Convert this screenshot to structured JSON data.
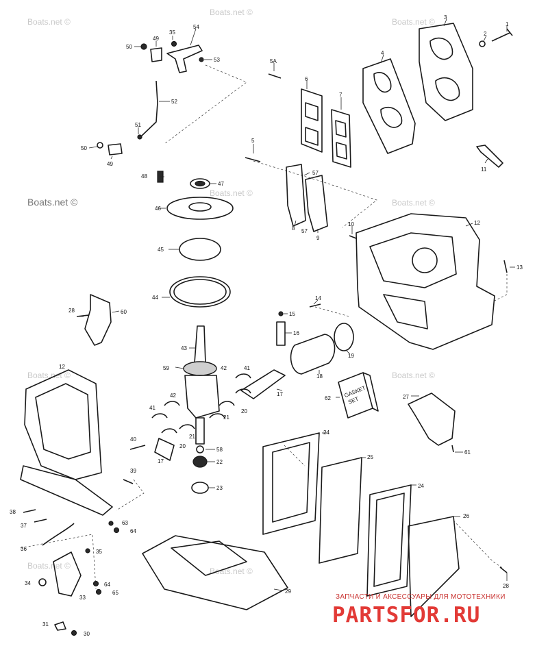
{
  "watermarks": {
    "text": "Boats.net ©",
    "count": 10
  },
  "brand": {
    "tagline": "ЗАПЧАСТИ И АКСЕССУАРЫ ДЛЯ МОТОТЕХНИКИ",
    "logo": "PARTSFOR.RU",
    "color": "#e23a36"
  },
  "gasket_label": {
    "line1": "GASKET",
    "line2": "SET"
  },
  "callouts": {
    "c1": "1",
    "c2": "2",
    "c3": "3",
    "c4": "4",
    "c5": "5",
    "c5a": "5A",
    "c6": "6",
    "c7": "7",
    "c8": "8",
    "c9": "9",
    "c10": "10",
    "c11": "11",
    "c12a": "12",
    "c12b": "12",
    "c13": "13",
    "c14": "14",
    "c15": "15",
    "c16": "16",
    "c17a": "17",
    "c17b": "17",
    "c18": "18",
    "c19": "19",
    "c20a": "20",
    "c20b": "20",
    "c21a": "21",
    "c21b": "21",
    "c22": "22",
    "c23": "23",
    "c24a": "24",
    "c24b": "24",
    "c25": "25",
    "c26": "26",
    "c27": "27",
    "c28a": "28",
    "c28b": "28",
    "c29": "29",
    "c30": "30",
    "c31": "31",
    "c33": "33",
    "c34": "34",
    "c35a": "35",
    "c35b": "35",
    "c36": "36",
    "c37": "37",
    "c38": "38",
    "c39": "39",
    "c40": "40",
    "c41a": "41",
    "c41b": "41",
    "c42a": "42",
    "c42b": "42",
    "c43": "43",
    "c44": "44",
    "c45": "45",
    "c46": "46",
    "c47": "47",
    "c48": "48",
    "c49a": "49",
    "c49b": "49",
    "c50a": "50",
    "c50b": "50",
    "c51": "51",
    "c52": "52",
    "c53": "53",
    "c54": "54",
    "c57a": "57",
    "c57b": "57",
    "c58": "58",
    "c59": "59",
    "c60": "60",
    "c61": "61",
    "c62": "62",
    "c63": "63",
    "c64a": "64",
    "c64b": "64",
    "c65": "65"
  }
}
